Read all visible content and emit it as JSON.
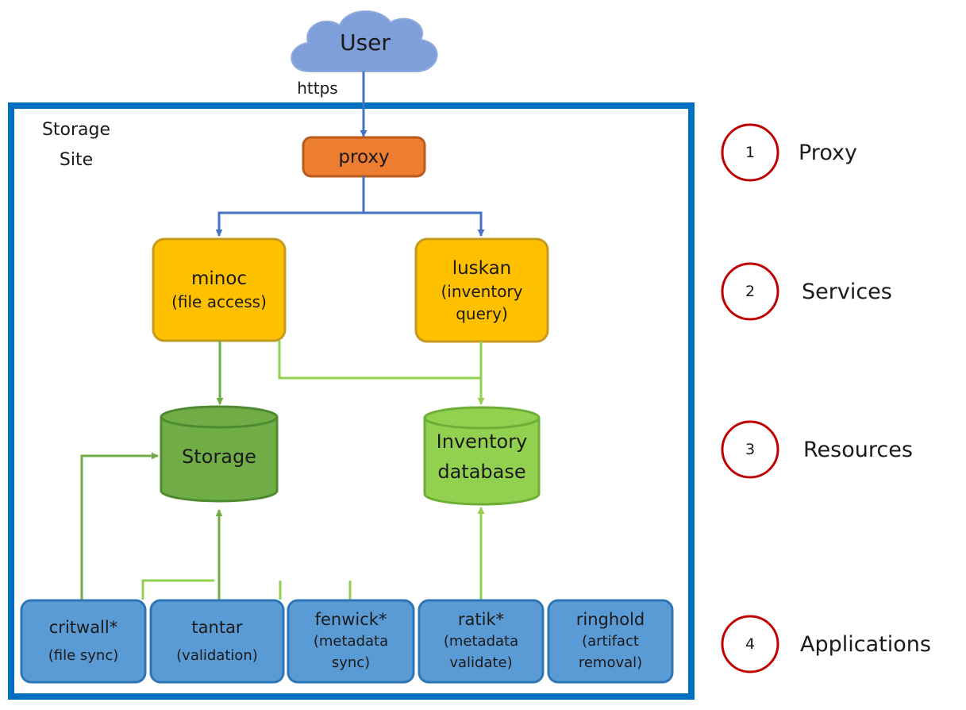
{
  "user": {
    "label": "User"
  },
  "connection": {
    "label": "https"
  },
  "site": {
    "line1": "Storage",
    "line2": "Site"
  },
  "proxy": {
    "label": "proxy"
  },
  "services": {
    "minoc": {
      "name": "minoc",
      "desc": "(file access)"
    },
    "luskan": {
      "name": "luskan",
      "desc1": "(inventory",
      "desc2": "query)"
    }
  },
  "resources": {
    "storage": {
      "label": "Storage"
    },
    "inventory": {
      "line1": "Inventory",
      "line2": "database"
    }
  },
  "applications": [
    {
      "name": "critwall*",
      "desc": "(file sync)"
    },
    {
      "name": "tantar",
      "desc": "(validation)"
    },
    {
      "name": "fenwick*",
      "desc1": "(metadata",
      "desc2": "sync)"
    },
    {
      "name": "ratik*",
      "desc1": "(metadata",
      "desc2": "validate)"
    },
    {
      "name": "ringhold",
      "desc1": "(artifact",
      "desc2": "removal)"
    }
  ],
  "legend": [
    {
      "number": "1",
      "label": "Proxy"
    },
    {
      "number": "2",
      "label": "Services"
    },
    {
      "number": "3",
      "label": "Resources"
    },
    {
      "number": "4",
      "label": "Applications"
    }
  ],
  "colors": {
    "site_border": "#0070C0",
    "cloud": "#7E9FD9",
    "proxy_fill": "#ED7D31",
    "proxy_border": "#B85C1E",
    "service_fill": "#FFC000",
    "service_border": "#C59A1E",
    "storage_fill": "#70AD47",
    "storage_border": "#4E8A30",
    "inventory_fill": "#92D050",
    "inventory_border": "#6DAF36",
    "app_fill": "#5B9BD5",
    "app_border": "#2E75B6",
    "blue_line": "#4472C4",
    "dark_green_line": "#70AD47",
    "light_green_line": "#92D050",
    "legend_circle": "#C00000"
  }
}
